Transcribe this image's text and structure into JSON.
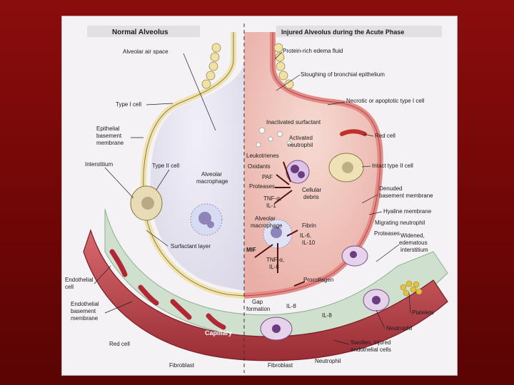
{
  "panels": {
    "left_title": "Normal Alveolus",
    "right_title": "Injured Alveolus during the Acute Phase"
  },
  "left_labels": {
    "alveolar_air_space": "Alveolar air space",
    "type1_cell": "Type I cell",
    "epithelial_bm": [
      "Epithelial",
      "basement",
      "membrane"
    ],
    "interstitium": "Interstitium",
    "type2_cell": "Type II cell",
    "alveolar_macrophage": [
      "Alveolar",
      "macrophage"
    ],
    "surfactant_layer": "Surfactant layer",
    "endothelial_cell": [
      "Endothelial",
      "cell"
    ],
    "endothelial_bm": [
      "Endothelial",
      "basement",
      "membrane"
    ],
    "red_cell": "Red cell",
    "fibroblast": "Fibroblast",
    "capillary": "Capillary"
  },
  "right_labels": {
    "protein_edema": "Protein-rich edema fluid",
    "sloughing": "Sloughing of bronchial epithelium",
    "necrotic": "Necrotic or apoptotic type I cell",
    "inactivated_surfactant": "Inactivated surfactant",
    "red_cell": "Red cell",
    "activated_neutrophil": [
      "Activated",
      "neutrophil"
    ],
    "leukotrienes": "Leukotrienes",
    "oxidants": "Oxidants",
    "intact_type2": "Intact type II cell",
    "paf": "PAF",
    "proteases": "Proteases",
    "tnf_il1": [
      "TNF-α,",
      "IL-1"
    ],
    "cellular_debris": [
      "Cellular",
      "debris"
    ],
    "denuded_bm": [
      "Denuded",
      "basement membrane"
    ],
    "hyaline_membrane": "Hyaline membrane",
    "alveolar_macrophage": [
      "Alveolar",
      "macrophage"
    ],
    "fibrin": "Fibrin",
    "migrating_neutrophil": "Migrating neutrophil",
    "il6_il10": [
      "IL-6,",
      "IL-10"
    ],
    "proteases2": "Proteases",
    "widened": [
      "Widened,",
      "edematous",
      "interstitium"
    ],
    "mif": "MIF",
    "tnf_il8": [
      "TNF-α,",
      "IL-8"
    ],
    "procollagen": "Procollagen",
    "gap_formation": [
      "Gap",
      "formation"
    ],
    "il8_a": "IL-8",
    "il8_b": "IL-8",
    "platelets": "Platelets",
    "neutrophil": "Neutrophil",
    "swollen": [
      "Swollen, injured",
      "endothelial cells"
    ],
    "fibroblast": "Fibroblast",
    "neutrophil2": "Neutrophil"
  },
  "colors": {
    "background": "#7a0a0a",
    "panel": "#f4f2f4",
    "alveolus_normal": "#e8e6f2",
    "edema": "#f1c9c2",
    "vessel": "#c9545a",
    "wall": "#f3ecc3",
    "interstitium": "#cfe0cf"
  }
}
